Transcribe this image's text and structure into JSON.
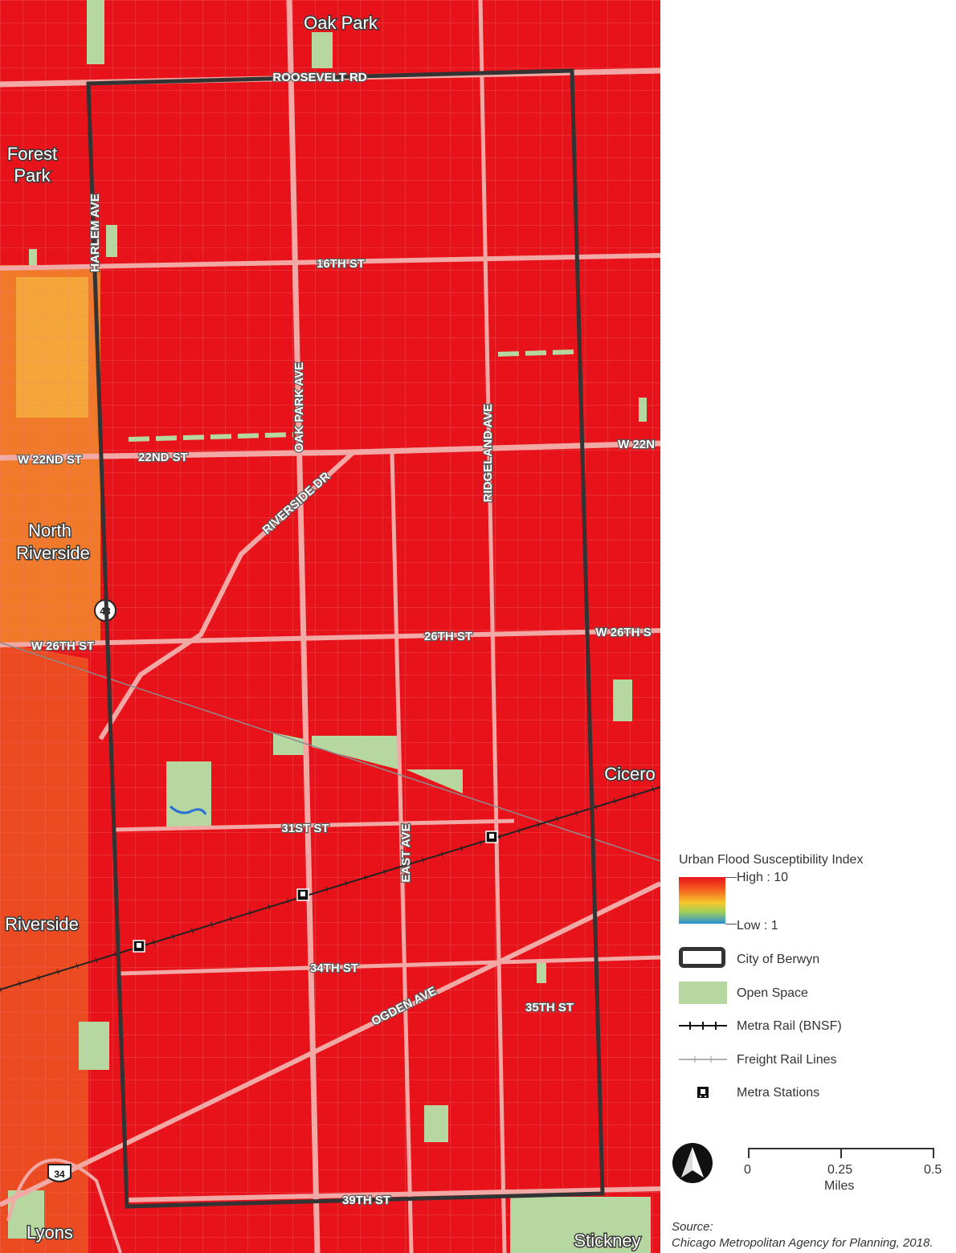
{
  "places": {
    "oak_park": "Oak Park",
    "forest_park_1": "Forest",
    "forest_park_2": "Park",
    "north_riverside_1": "North",
    "north_riverside_2": "Riverside",
    "riverside": "Riverside",
    "cicero": "Cicero",
    "lyons": "Lyons",
    "stickney": "Stickney"
  },
  "streets": {
    "roosevelt": "ROOSEVELT RD",
    "harlem": "HARLEM AVE",
    "sixteenth": "16TH ST",
    "oak_park_ave": "OAK PARK AVE",
    "ridgeland": "RIDGELAND AVE",
    "w22nd_left": "W 22ND ST",
    "twentysecond": "22ND ST",
    "w22nd_right": "W 22N",
    "riverside_dr": "RIVERSIDE DR",
    "w26th_left": "W 26TH ST",
    "twentysixth": "26TH ST",
    "w26th_right": "W 26TH S",
    "thirtyfirst": "31ST ST",
    "east_ave": "EAST AVE",
    "thirtyfourth": "34TH ST",
    "ogden": "OGDEN AVE",
    "thirtyfifth": "35TH ST",
    "thirtyninth": "39TH ST"
  },
  "shields": {
    "route_43": "43",
    "route_34": "34"
  },
  "legend": {
    "title": "Urban Flood Susceptibility Index",
    "high": "High : 10",
    "low": "Low : 1",
    "boundary": "City of Berwyn",
    "open_space": "Open Space",
    "metra_rail": "Metra Rail (BNSF)",
    "freight_rail": "Freight Rail Lines",
    "metra_stations": "Metra Stations"
  },
  "scale_bar": {
    "t0": "0",
    "t1": "0.25",
    "t2": "0.5",
    "unit": "Miles"
  },
  "source": {
    "label": "Source:",
    "text": "Chicago Metropolitan Agency for Planning, 2018."
  },
  "colors": {
    "high": "#e8121a",
    "mid": "#f5a623",
    "low": "#2b8fd6",
    "open_space": "#b6d7a0",
    "boundary": "#333333",
    "street": "#f2a9a5"
  }
}
